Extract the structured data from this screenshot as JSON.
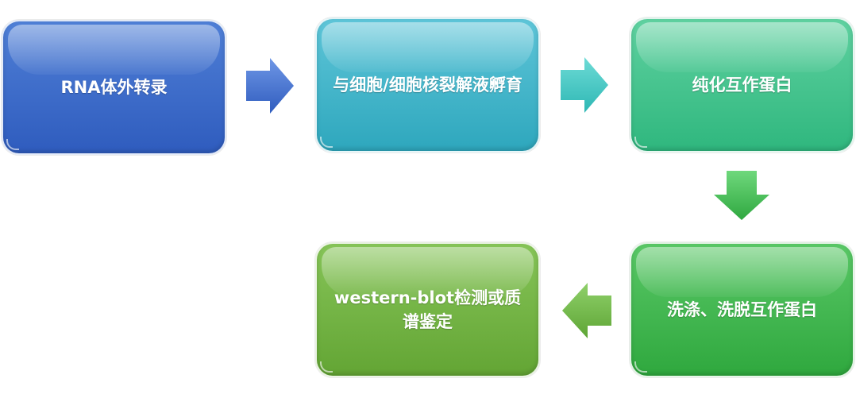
{
  "steps": [
    {
      "label": "RNA体外转录"
    },
    {
      "label": "与细胞/细胞核裂解液孵育"
    },
    {
      "label": "纯化互作蛋白"
    },
    {
      "label": "洗涤、洗脱互作蛋白"
    },
    {
      "label": "western-blot检测或质谱鉴定"
    }
  ],
  "arrows": [
    {
      "direction": "right",
      "color": "#3f6fd0"
    },
    {
      "direction": "right",
      "color": "#3cc6c7"
    },
    {
      "direction": "down",
      "color": "#45c45c"
    },
    {
      "direction": "left",
      "color": "#6ab640"
    }
  ],
  "colors": {
    "step1": "#3a68c8",
    "step2": "#3bb3c8",
    "step3": "#3cc48a",
    "step4": "#3bb34a",
    "step5": "#6fae40"
  }
}
